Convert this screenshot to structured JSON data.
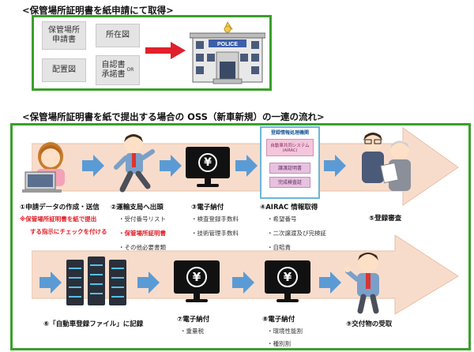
{
  "section1": {
    "heading": "<保管場所証明書を紙申請にて取得>",
    "docs": {
      "application": "保管場所\n申請書",
      "location_map": "所在図",
      "layout_map": "配置図",
      "consent": "自認書\n承諾書",
      "or_label": "OR"
    },
    "police_sign": "POLICE"
  },
  "section2": {
    "heading": "<保管場所証明書を紙で提出する場合の OSS（新車新規）の一連の流れ>",
    "steps": {
      "s1": {
        "title": "①申請データの作成・送信",
        "note_line1": "※保管場所証明書を紙で提出",
        "note_line2": "する指示にチェックを付ける"
      },
      "s2": {
        "title": "②運輸支局へ出頭",
        "items": [
          "・受付番号リスト",
          "・保管場所証明書",
          "・その他必要書類"
        ]
      },
      "s3": {
        "title": "③電子納付",
        "items": [
          "・検査登録手数料",
          "・技術管理手数料"
        ]
      },
      "s4": {
        "title": "④AIRAC 情報取得",
        "items": [
          "・希望番号",
          "・二次譲渡及び完検証",
          "・自賠責"
        ],
        "panel": {
          "header": "登録情報処理機関",
          "system": "自動車共同システム",
          "system_sub": "(AIRAC)",
          "cert1": "譲渡証明書",
          "cert2": "完成検査証"
        }
      },
      "s5": {
        "title": "⑤登録審査"
      },
      "s6": {
        "title": "⑥「自動車登録ファイル」に記録"
      },
      "s7": {
        "title": "⑦電子納付",
        "items": [
          "・重量税"
        ]
      },
      "s8": {
        "title": "⑧電子納付",
        "items": [
          "・環境性能割",
          "・種別割"
        ]
      },
      "s9": {
        "title": "⑨交付物の受取"
      }
    },
    "yen_symbol": "¥"
  },
  "colors": {
    "green": "#3aa02a",
    "red": "#e0202a",
    "blue_arrow": "#5b9bd5",
    "flow_arrow": "#f8dccb"
  }
}
